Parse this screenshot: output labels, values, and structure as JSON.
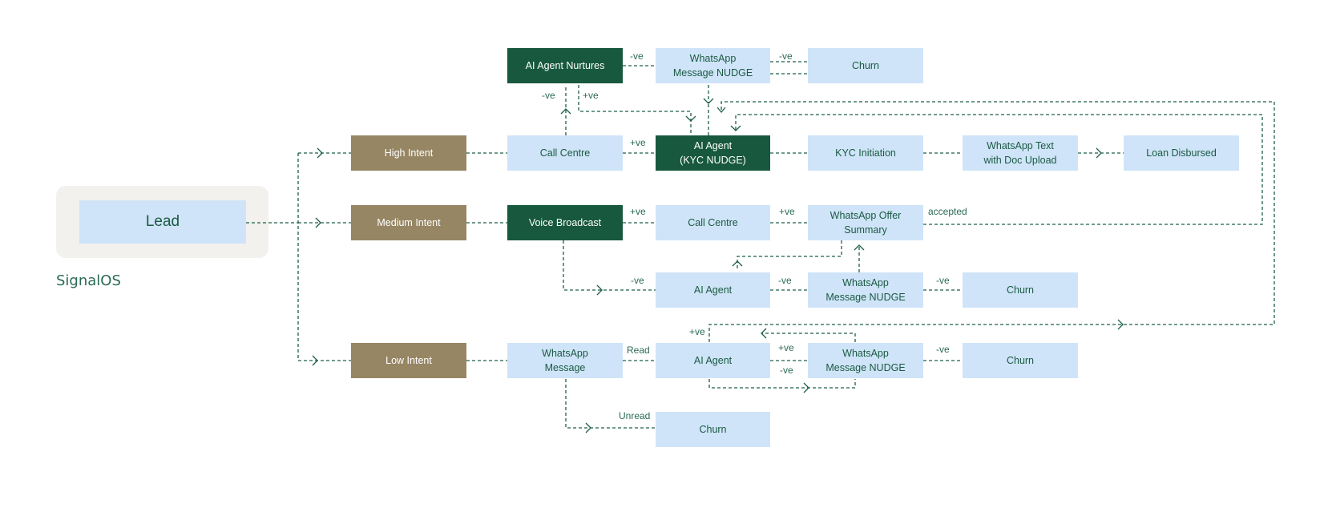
{
  "brand": "SignalOS",
  "colors": {
    "light_node": "#cfe4f8",
    "dark_node": "#17583f",
    "brown_node": "#978664",
    "edge": "#1d5f46",
    "panel": "#f2f1ee"
  },
  "nodes": {
    "lead": "Lead",
    "high_intent": "High Intent",
    "medium_intent": "Medium Intent",
    "low_intent": "Low Intent",
    "ai_agent_nurtures": "AI Agent Nurtures",
    "wa_nudge_top": "WhatsApp\nMessage NUDGE",
    "churn_top": "Churn",
    "call_centre_high": "Call Centre",
    "ai_agent_kyc": "AI Agent\n(KYC NUDGE)",
    "kyc_initiation": "KYC Initiation",
    "wa_text_doc": "WhatsApp Text\nwith Doc Upload",
    "loan_disbursed": "Loan Disbursed",
    "voice_broadcast": "Voice Broadcast",
    "call_centre_medium": "Call Centre",
    "wa_offer_summary": "WhatsApp Offer\nSummary",
    "ai_agent_medium": "AI Agent",
    "wa_nudge_medium": "WhatsApp\nMessage NUDGE",
    "churn_medium": "Churn",
    "wa_message_low": "WhatsApp\nMessage",
    "ai_agent_low": "AI Agent",
    "wa_nudge_low": "WhatsApp\nMessage NUDGE",
    "churn_low": "Churn",
    "churn_unread": "Churn"
  },
  "edge_labels": {
    "nurtures_to_nudge": "-ve",
    "nudge_to_churn_top": "-ve",
    "callcentre_to_nurtures": "-ve",
    "nurtures_to_kyc": "+ve",
    "callcentre_to_kyc": "+ve",
    "broadcast_to_callcentre": "+ve",
    "callcentre_to_offer": "+ve",
    "offer_accepted": "accepted",
    "broadcast_to_agent": "-ve",
    "agent_to_nudge_medium": "-ve",
    "nudge_to_churn_medium": "-ve",
    "message_read": "Read",
    "agent_low_positive": "+ve",
    "agent_to_nudge_low_pos": "+ve",
    "agent_to_nudge_low_neg": "-ve",
    "nudge_to_churn_low": "-ve",
    "message_unread": "Unread"
  }
}
